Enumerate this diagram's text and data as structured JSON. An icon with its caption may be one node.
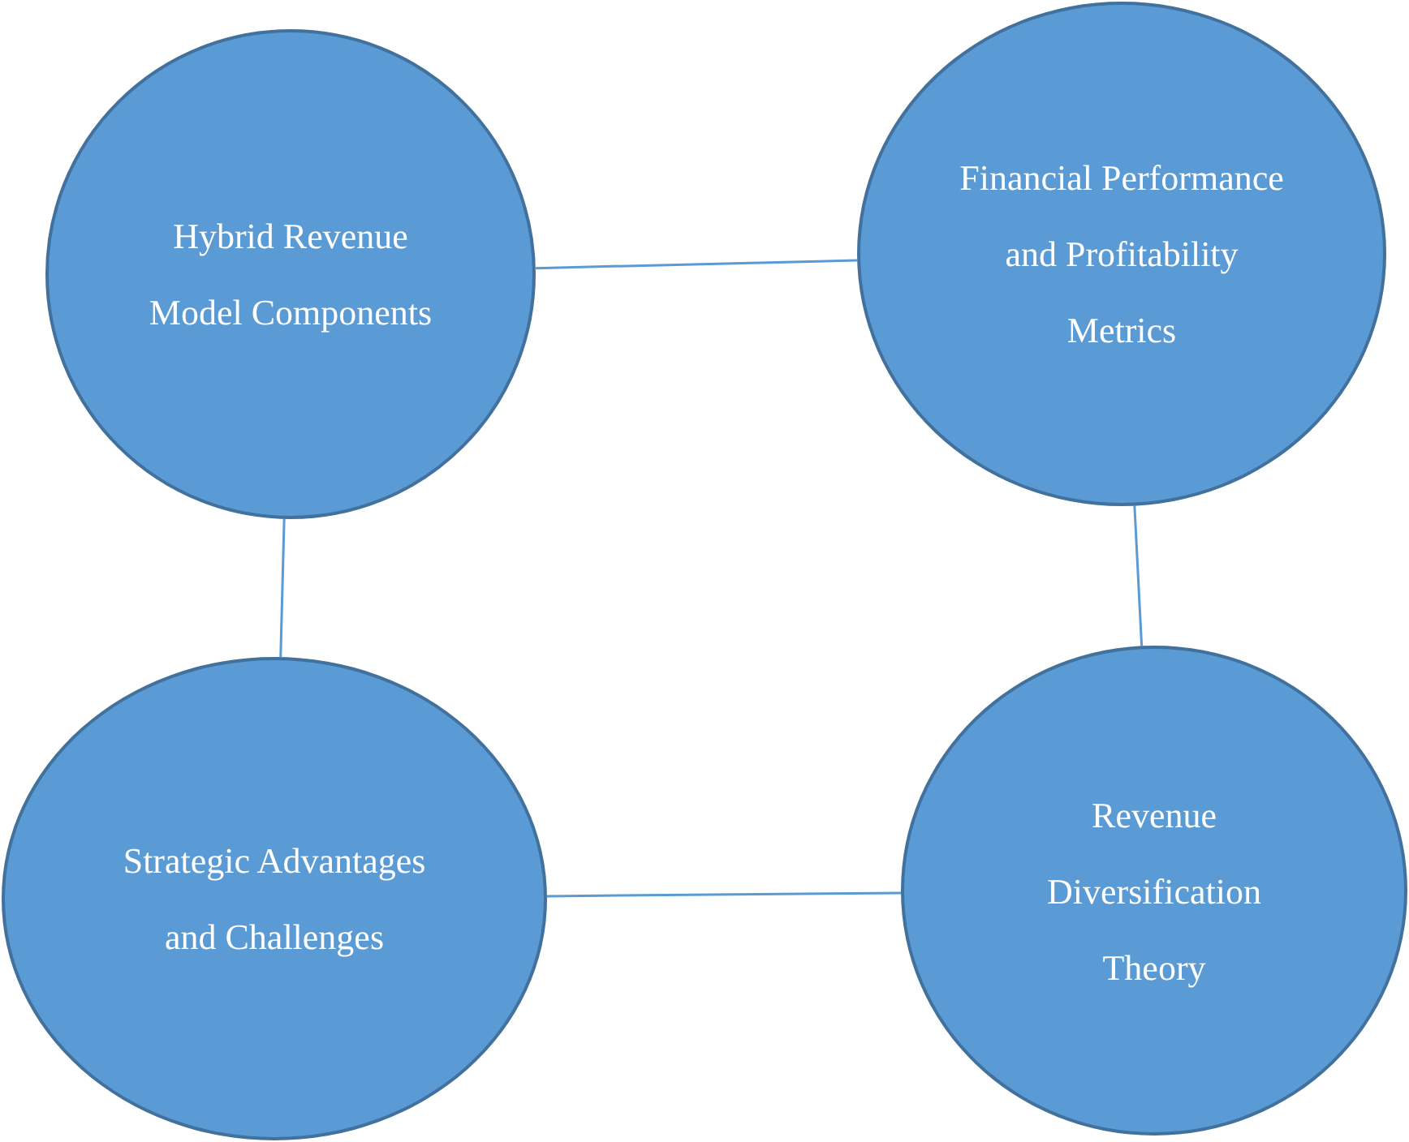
{
  "diagram": {
    "nodes": [
      {
        "text": [
          "Hybrid Revenue Model Components"
        ]
      },
      {
        "text": [
          "Financial Performance and Profitability Metrics"
        ]
      },
      {
        "text": [
          "Strategic Advantages and Challenges"
        ]
      },
      {
        "text": [
          "Revenue Diversification Theory"
        ]
      }
    ],
    "edges": [
      {
        "from": 0,
        "to": 1,
        "arrow": "none"
      },
      {
        "from": 0,
        "to": 2,
        "arrow": "none"
      },
      {
        "from": 1,
        "to": 3,
        "arrow": "none"
      },
      {
        "from": 2,
        "to": 3,
        "arrow": "none"
      }
    ]
  }
}
